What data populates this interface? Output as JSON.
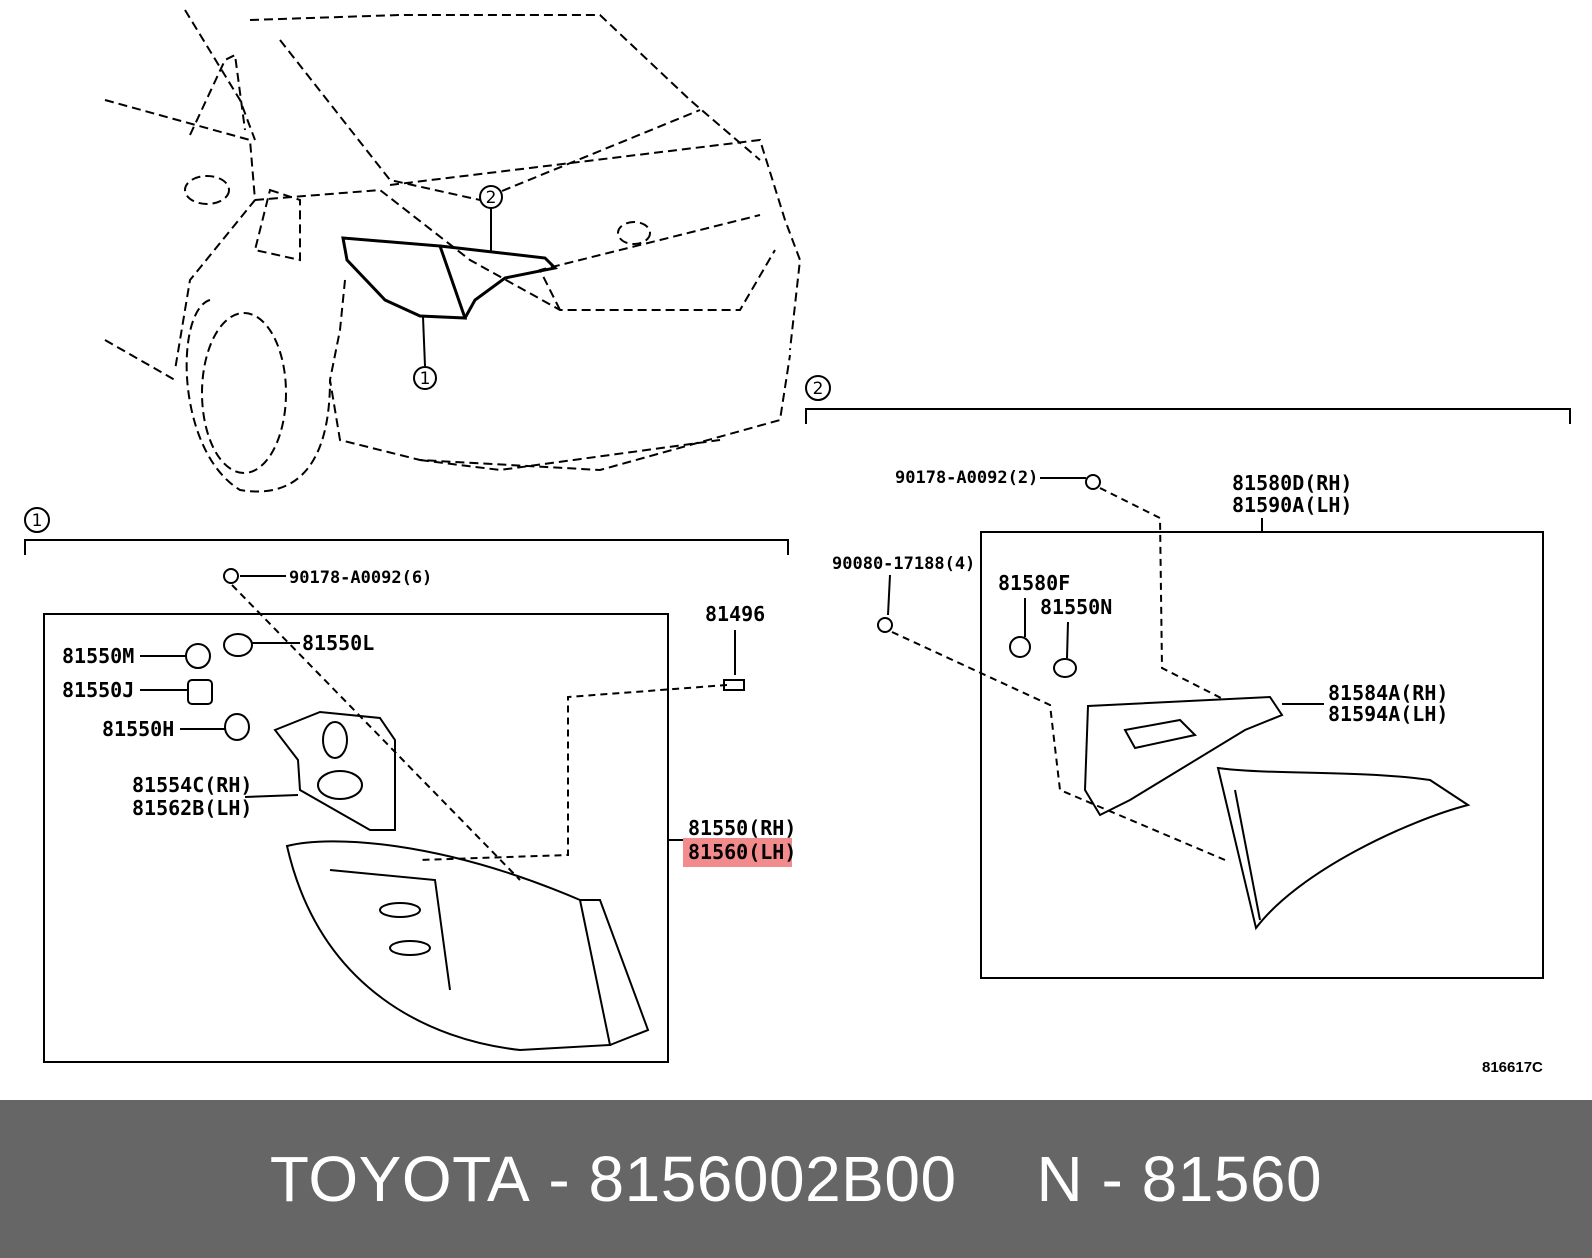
{
  "callouts": {
    "one": "1",
    "two": "2"
  },
  "left_panel": {
    "screw_label": "90178-A0092(6)",
    "clip_label": "81496",
    "socket_m": "81550M",
    "socket_j": "81550J",
    "bulb_l": "81550L",
    "bulb_h": "81550H",
    "gasket_rh": "81554C(RH)",
    "gasket_lh": "81562B(LH)",
    "lamp_rh": "81550(RH)",
    "lamp_lh": "81560(LH)"
  },
  "right_panel": {
    "screw_label": "90178-A0092(2)",
    "nut_label": "90080-17188(4)",
    "lamp_rh": "81580D(RH)",
    "lamp_lh": "81590A(LH)",
    "socket_f": "81580F",
    "bulb_n": "81550N",
    "gasket_rh": "81584A(RH)",
    "gasket_lh": "81594A(LH)"
  },
  "illustration_code": "816617C",
  "footer": {
    "brand": "TOYOTA",
    "part_number": "8156002B00",
    "n_prefix": "N",
    "n_number": "81560"
  },
  "colors": {
    "highlight": "#f28b8b",
    "footer_bg": "#666666"
  }
}
